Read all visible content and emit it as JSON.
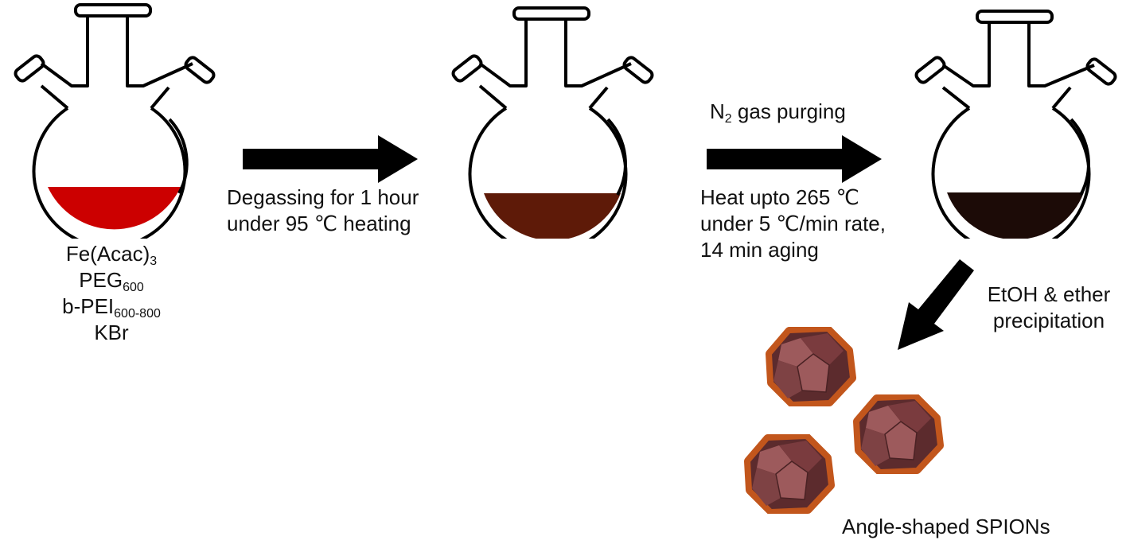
{
  "colors": {
    "outline": "#000000",
    "solution_initial": "#cc0000",
    "solution_degassed": "#5e1a08",
    "solution_final": "#1c0b07",
    "arrow": "#000000",
    "nanoparticle_face": "#9d5a5c",
    "nanoparticle_dark": "#5c2b2d",
    "nanoparticle_rim": "#c2561c"
  },
  "steps": [
    {
      "flask": "initial",
      "reagents": [
        {
          "base": "Fe(Acac)",
          "sub": "3"
        },
        {
          "base": "PEG",
          "sub": "600"
        },
        {
          "base": "b-PEI",
          "sub": "600-800"
        },
        {
          "base": "KBr",
          "sub": ""
        }
      ]
    },
    {
      "flask": "degassed"
    },
    {
      "flask": "final"
    }
  ],
  "arrows": [
    {
      "label_lines": [
        "Degassing for 1 hour",
        "under 95 ℃ heating"
      ]
    },
    {
      "above": {
        "base": "N",
        "sub": "2",
        "rest": " gas purging"
      },
      "below_lines": [
        "Heat upto 265 ℃",
        "under 5 ℃/min rate,",
        "14 min aging"
      ]
    },
    {
      "label_lines": [
        "EtOH & ether",
        "precipitation"
      ]
    }
  ],
  "product": {
    "label": "Angle-shaped SPIONs",
    "particle_count": 3
  }
}
